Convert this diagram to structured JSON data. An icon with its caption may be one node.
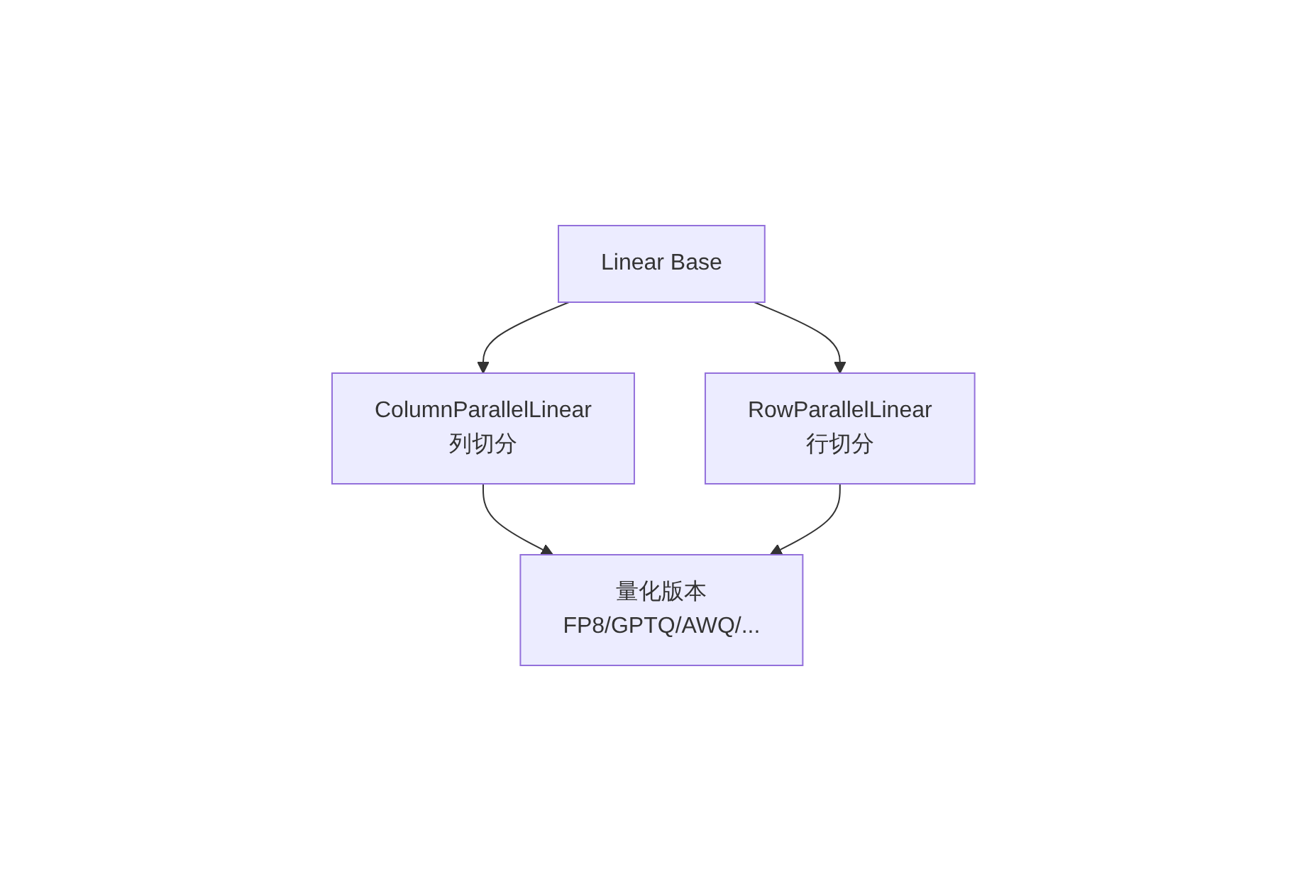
{
  "diagram": {
    "nodes": [
      {
        "text": [
          "Linear Base"
        ]
      },
      {
        "text": [
          "ColumnParallelLinear",
          "列切分"
        ]
      },
      {
        "text": [
          "RowParallelLinear",
          "行切分"
        ]
      },
      {
        "text": [
          "量化版本",
          "FP8/GPTQ/AWQ/..."
        ]
      }
    ],
    "edges": [
      {
        "from": 0,
        "to": 1,
        "arrow": "to"
      },
      {
        "from": 0,
        "to": 2,
        "arrow": "to"
      },
      {
        "from": 1,
        "to": 3,
        "arrow": "to"
      },
      {
        "from": 2,
        "to": 3,
        "arrow": "to"
      }
    ]
  }
}
